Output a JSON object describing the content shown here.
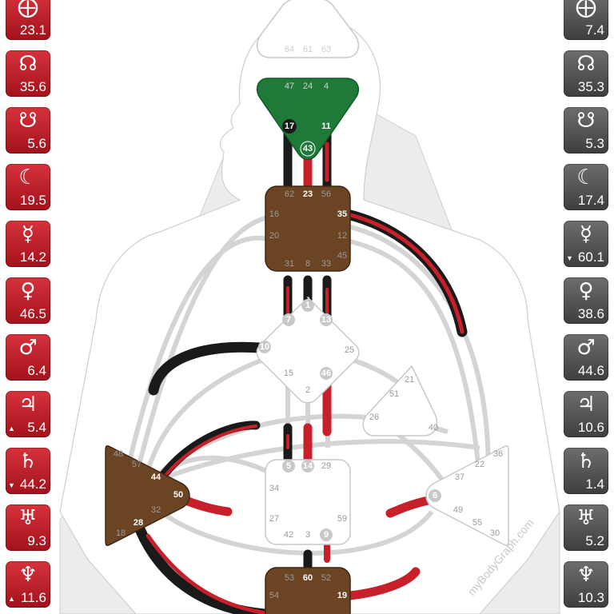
{
  "design": [
    {
      "name": "earth-icon",
      "symbol": "⨁",
      "value": "23.1"
    },
    {
      "name": "node-icon",
      "symbol": "☊",
      "value": "35.6"
    },
    {
      "name": "s-node-icon",
      "symbol": "☋",
      "value": "5.6"
    },
    {
      "name": "moon-icon",
      "symbol": "☾",
      "value": "19.5"
    },
    {
      "name": "mercury-icon",
      "symbol": "☿",
      "value": "14.2"
    },
    {
      "name": "venus-icon",
      "symbol": "♀",
      "value": "46.5"
    },
    {
      "name": "mars-icon",
      "symbol": "♂",
      "value": "6.4"
    },
    {
      "name": "jupiter-icon",
      "symbol": "♃",
      "value": "5.4",
      "arrow": "▲"
    },
    {
      "name": "saturn-icon",
      "symbol": "♄",
      "value": "44.2",
      "arrow": "▼"
    },
    {
      "name": "uranus-icon",
      "symbol": "♅",
      "value": "9.3"
    },
    {
      "name": "neptune-icon",
      "symbol": "♆",
      "value": "11.6",
      "arrow": "▲"
    }
  ],
  "personality": [
    {
      "name": "earth-icon",
      "symbol": "⨁",
      "value": "7.4"
    },
    {
      "name": "node-icon",
      "symbol": "☊",
      "value": "35.3"
    },
    {
      "name": "s-node-icon",
      "symbol": "☋",
      "value": "5.3"
    },
    {
      "name": "moon-icon",
      "symbol": "☾",
      "value": "17.4"
    },
    {
      "name": "mercury-icon",
      "symbol": "☿",
      "value": "60.1",
      "arrow": "▼"
    },
    {
      "name": "venus-icon",
      "symbol": "♀",
      "value": "38.6"
    },
    {
      "name": "mars-icon",
      "symbol": "♂",
      "value": "44.6"
    },
    {
      "name": "jupiter-icon",
      "symbol": "♃",
      "value": "10.6"
    },
    {
      "name": "saturn-icon",
      "symbol": "♄",
      "value": "1.4"
    },
    {
      "name": "uranus-icon",
      "symbol": "♅",
      "value": "5.2"
    },
    {
      "name": "neptune-icon",
      "symbol": "♆",
      "value": "10.3"
    }
  ],
  "colors": {
    "design_red": "#c8202b",
    "personality_black": "#1a1a1a",
    "ajna_green": "#1f7a3a",
    "defined_brown": "#6b4423",
    "undefined_white": "#ffffff"
  },
  "centers": {
    "head": {
      "gates": [
        "64",
        "61",
        "63"
      ]
    },
    "ajna": {
      "gates": [
        "47",
        "24",
        "4",
        "17",
        "11",
        "43"
      ]
    },
    "throat": {
      "gates": [
        "62",
        "23",
        "56",
        "16",
        "35",
        "20",
        "12",
        "45",
        "31",
        "8",
        "33"
      ]
    },
    "g": {
      "gates": [
        "1",
        "7",
        "13",
        "10",
        "25",
        "15",
        "46",
        "2"
      ]
    },
    "heart": {
      "gates": [
        "21",
        "51",
        "26",
        "40"
      ]
    },
    "sacral": {
      "gates": [
        "5",
        "14",
        "29",
        "34",
        "27",
        "59",
        "42",
        "3",
        "9"
      ]
    },
    "spleen": {
      "gates": [
        "48",
        "57",
        "44",
        "50",
        "32",
        "28",
        "18"
      ]
    },
    "solar": {
      "gates": [
        "36",
        "22",
        "37",
        "6",
        "49",
        "55",
        "30"
      ]
    },
    "root": {
      "gates": [
        "53",
        "60",
        "52",
        "54",
        "19"
      ]
    }
  },
  "watermark": "myBodyGraph.com"
}
